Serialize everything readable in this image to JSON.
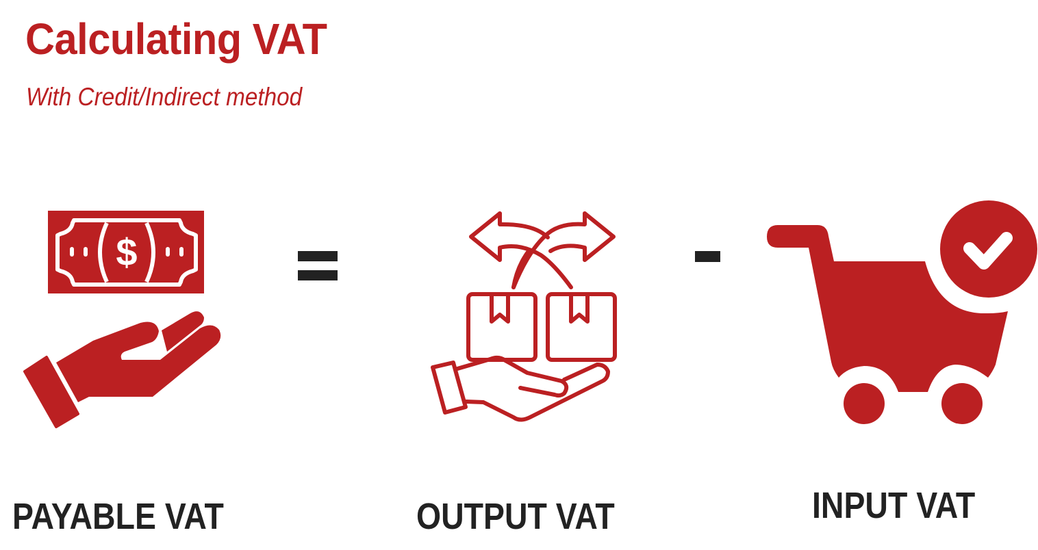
{
  "header": {
    "title": "Calculating VAT",
    "subtitle": "With Credit/Indirect method"
  },
  "equation": {
    "terms": [
      {
        "label": "PAYABLE VAT",
        "icon": "hand-receiving-money-icon"
      },
      {
        "label": "OUTPUT VAT",
        "icon": "hand-giving-boxes-icon"
      },
      {
        "label": "INPUT VAT",
        "icon": "shopping-cart-check-icon"
      }
    ],
    "operators": [
      "=",
      "-"
    ]
  },
  "colors": {
    "accent": "#BB2022",
    "text": "#222222",
    "background": "#FFFFFF"
  }
}
